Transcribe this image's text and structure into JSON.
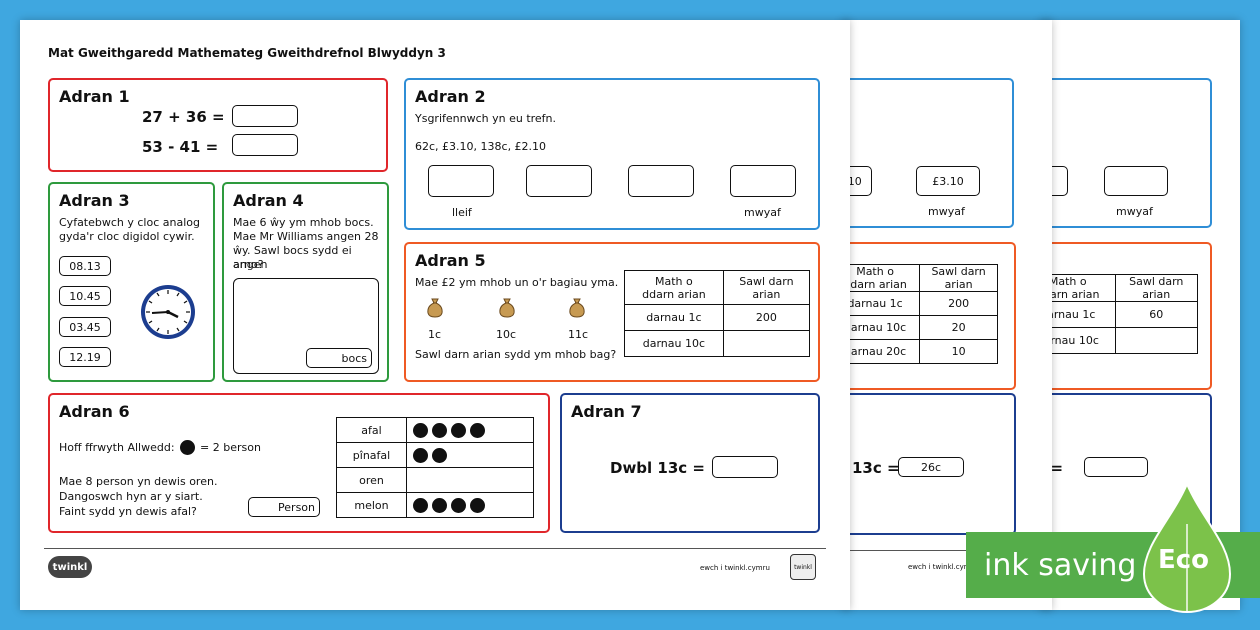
{
  "header": {
    "title": "Mat  Gweithgaredd Mathemateg Gweithdrefnol Blwyddyn 3"
  },
  "s1": {
    "a1": {
      "title": "Adran 1",
      "l1": "27 + 36 =",
      "l2": "53 -  41 ="
    },
    "a2": {
      "title": "Adran 2",
      "instr": "Ysgrifennwch yn eu trefn.",
      "values": "62c, £3.10, 138c, £2.10",
      "least": "lleif",
      "most": "mwyaf"
    },
    "a3": {
      "title": "Adran 3",
      "instr1": "Cyfatebwch y cloc analog",
      "instr2": "gyda'r cloc digidol cywir.",
      "times": [
        "08.13",
        "10.45",
        "03.45",
        "12.19"
      ]
    },
    "a4": {
      "title": "Adran 4",
      "l1": "Mae 6 ŵy ym mhob bocs.",
      "l2": "Mae Mr Williams angen 28",
      "l3": "ŵy. Sawl bocs sydd ei angen",
      "l4": "arno?",
      "unit": "bocs"
    },
    "a5": {
      "title": "Adran 5",
      "instr": "Mae £2 ym mhob un o'r bagiau yma.",
      "bags": [
        "1c",
        "10c",
        "11c"
      ],
      "q": "Sawl darn arian sydd ym mhob bag?",
      "h1a": "Math o",
      "h1b": "ddarn arian",
      "h2a": "Sawl darn",
      "h2b": "arian",
      "rows": [
        [
          "darnau 1c",
          "200"
        ],
        [
          "darnau 10c",
          ""
        ]
      ]
    },
    "a6": {
      "title": "Adran 6",
      "key1": "Hoff ffrwyth  Allwedd:",
      "key2": "= 2 berson",
      "l1": "Mae 8 person yn dewis oren.",
      "l2": "Dangoswch hyn ar y siart.",
      "l3": "Faint sydd yn dewis afal?",
      "unit": "Person",
      "rows": [
        {
          "fruit": "afal",
          "dots": 4
        },
        {
          "fruit": "pînafal",
          "dots": 2
        },
        {
          "fruit": "oren",
          "dots": 0
        },
        {
          "fruit": "melon",
          "dots": 4
        }
      ]
    },
    "a7": {
      "title": "Adran 7",
      "q": "Dwbl 13c ="
    },
    "footer": {
      "logo": "twinkl",
      "site": "ewch i twinkl.cymru",
      "stamp": "twinkl"
    }
  },
  "s2": {
    "a2": {
      "v1": "£2.10",
      "v2": "£3.10",
      "most": "mwyaf"
    },
    "a5": {
      "h1a": "Math o",
      "h1b": "ddarn arian",
      "h2a": "Sawl darn",
      "h2b": "arian",
      "rows": [
        [
          "darnau 1c",
          "200"
        ],
        [
          "darnau 10c",
          "20"
        ],
        [
          "darnau 20c",
          "10"
        ]
      ]
    },
    "a7": {
      "q": "13c =",
      "ans": "26c"
    },
    "footer": {
      "site": "ewch i twinkl.cymru"
    }
  },
  "s3": {
    "a2": {
      "most": "mwyaf"
    },
    "a5": {
      "h1a": "Math o",
      "h1b": "ddarn arian",
      "h2a": "Sawl darn",
      "h2b": "arian",
      "rows": [
        [
          "darnau 1c",
          "60"
        ],
        [
          "darnau 10c",
          ""
        ]
      ]
    },
    "a7": {
      "q": "8c ="
    }
  },
  "eco": {
    "label": "ink saving",
    "badge": "Eco",
    "bar_color": "#55ad4a",
    "drop_color": "#7cc24a"
  }
}
